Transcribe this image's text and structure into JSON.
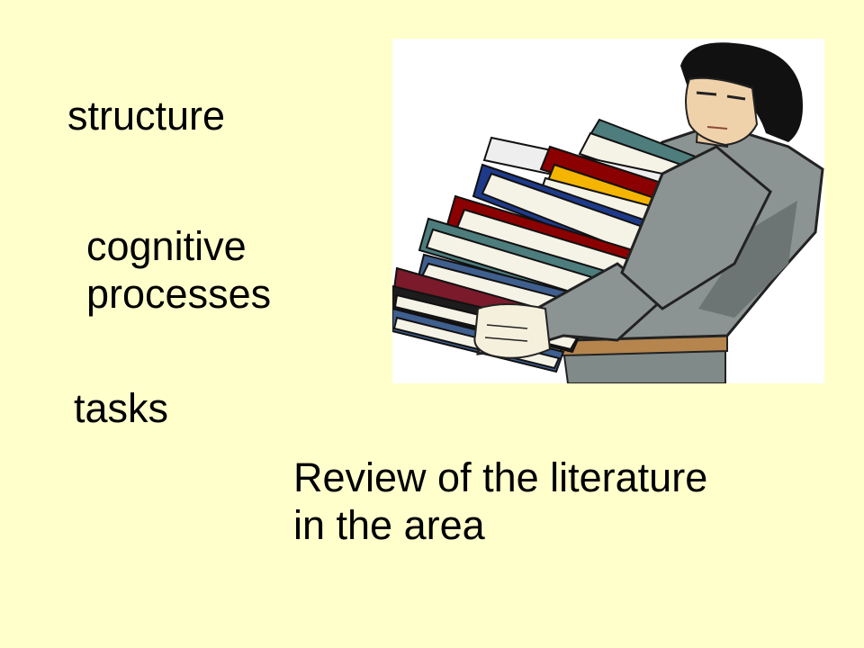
{
  "slide": {
    "background_color": "#ffffcc",
    "text_color": "#000000",
    "terms": {
      "structure": "structure",
      "cognitive_line1": "cognitive",
      "cognitive_line2": "processes",
      "tasks": "tasks"
    },
    "note": {
      "line1": "Review of the literature",
      "line2": "in the area"
    },
    "clipart": {
      "icon": "person-carrying-books-clipart",
      "book_colors": [
        "#8b0000",
        "#3f5f8f",
        "#4d7d7d",
        "#f4b400",
        "#1e3a8a",
        "#1c1c1c",
        "#7a1a2a"
      ]
    }
  }
}
